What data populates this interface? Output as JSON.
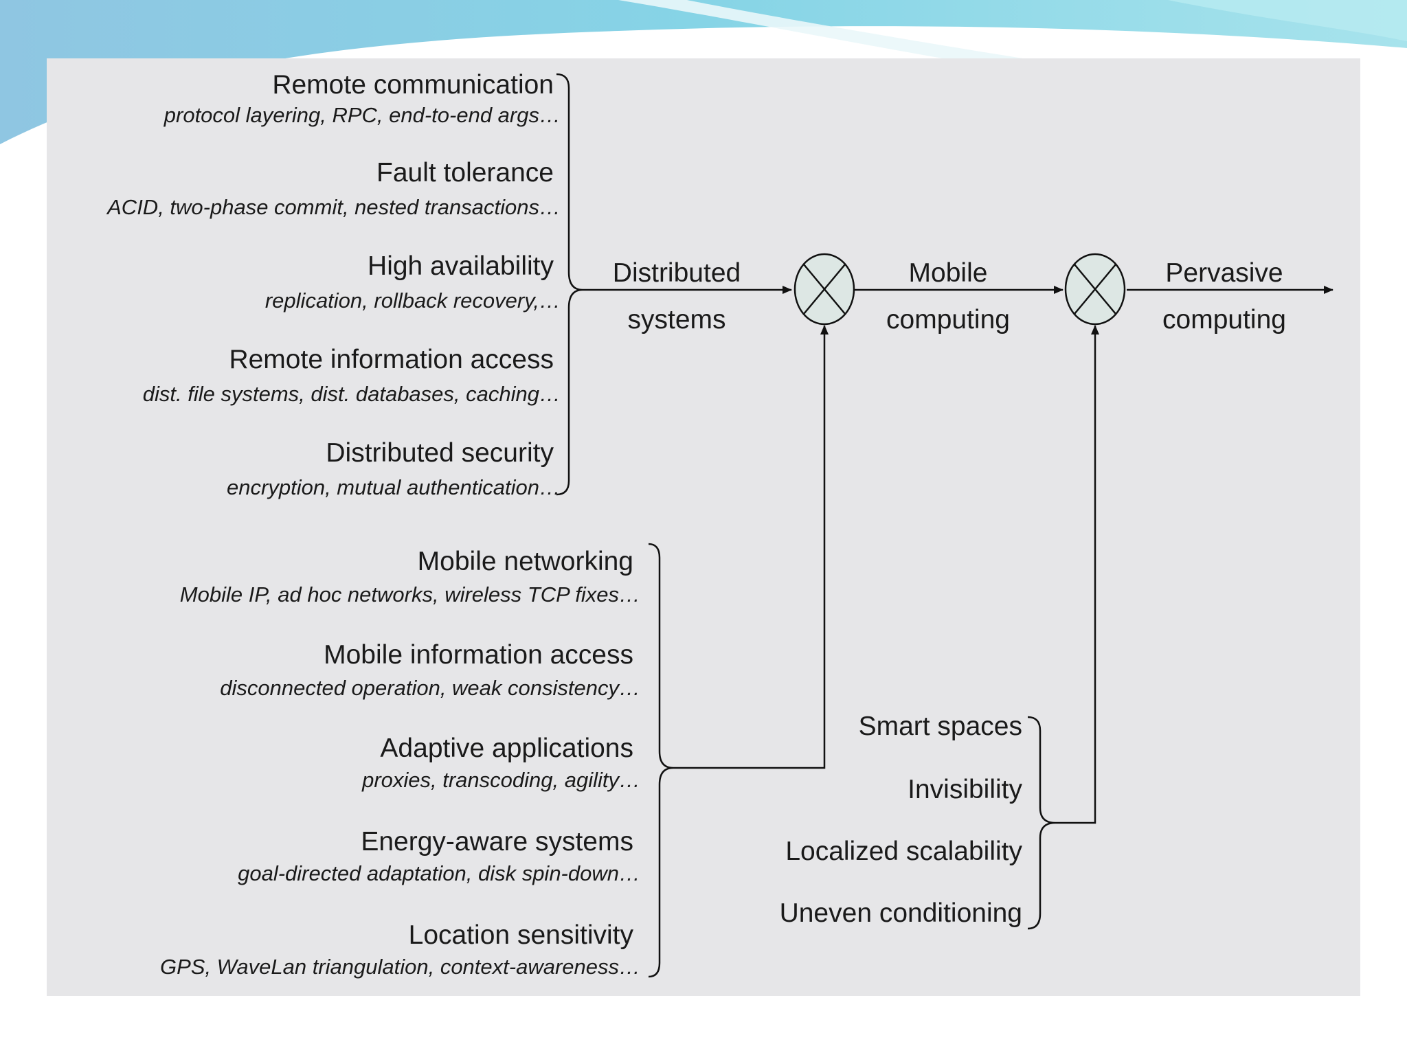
{
  "distributed_systems": {
    "items": [
      {
        "title": "Remote communication",
        "detail": "protocol layering, RPC, end-to-end args…"
      },
      {
        "title": "Fault tolerance",
        "detail": "ACID, two-phase commit, nested transactions…"
      },
      {
        "title": "High availability",
        "detail": "replication, rollback recovery,…"
      },
      {
        "title": "Remote information access",
        "detail": "dist. file systems, dist. databases, caching…"
      },
      {
        "title": "Distributed security",
        "detail": "encryption, mutual authentication…"
      }
    ]
  },
  "mobile_computing": {
    "items": [
      {
        "title": "Mobile networking",
        "detail": "Mobile IP, ad hoc networks, wireless TCP fixes…"
      },
      {
        "title": "Mobile information access",
        "detail": "disconnected operation, weak consistency…"
      },
      {
        "title": "Adaptive applications",
        "detail": "proxies, transcoding, agility…"
      },
      {
        "title": "Energy-aware systems",
        "detail": "goal-directed adaptation, disk spin-down…"
      },
      {
        "title": "Location sensitivity",
        "detail": "GPS, WaveLan triangulation, context-awareness…"
      }
    ]
  },
  "pervasive_computing": {
    "items": [
      "Smart spaces",
      "Invisibility",
      "Localized scalability",
      "Uneven conditioning"
    ]
  },
  "flow": {
    "stage1": {
      "line1": "Distributed",
      "line2": "systems"
    },
    "stage2": {
      "line1": "Mobile",
      "line2": "computing"
    },
    "stage3": {
      "line1": "Pervasive",
      "line2": "computing"
    }
  },
  "colors": {
    "panel": "#e6e6e8",
    "circle_fill": "#dde7e4",
    "stroke": "#111111",
    "header_teal": "#7fd3e0"
  }
}
